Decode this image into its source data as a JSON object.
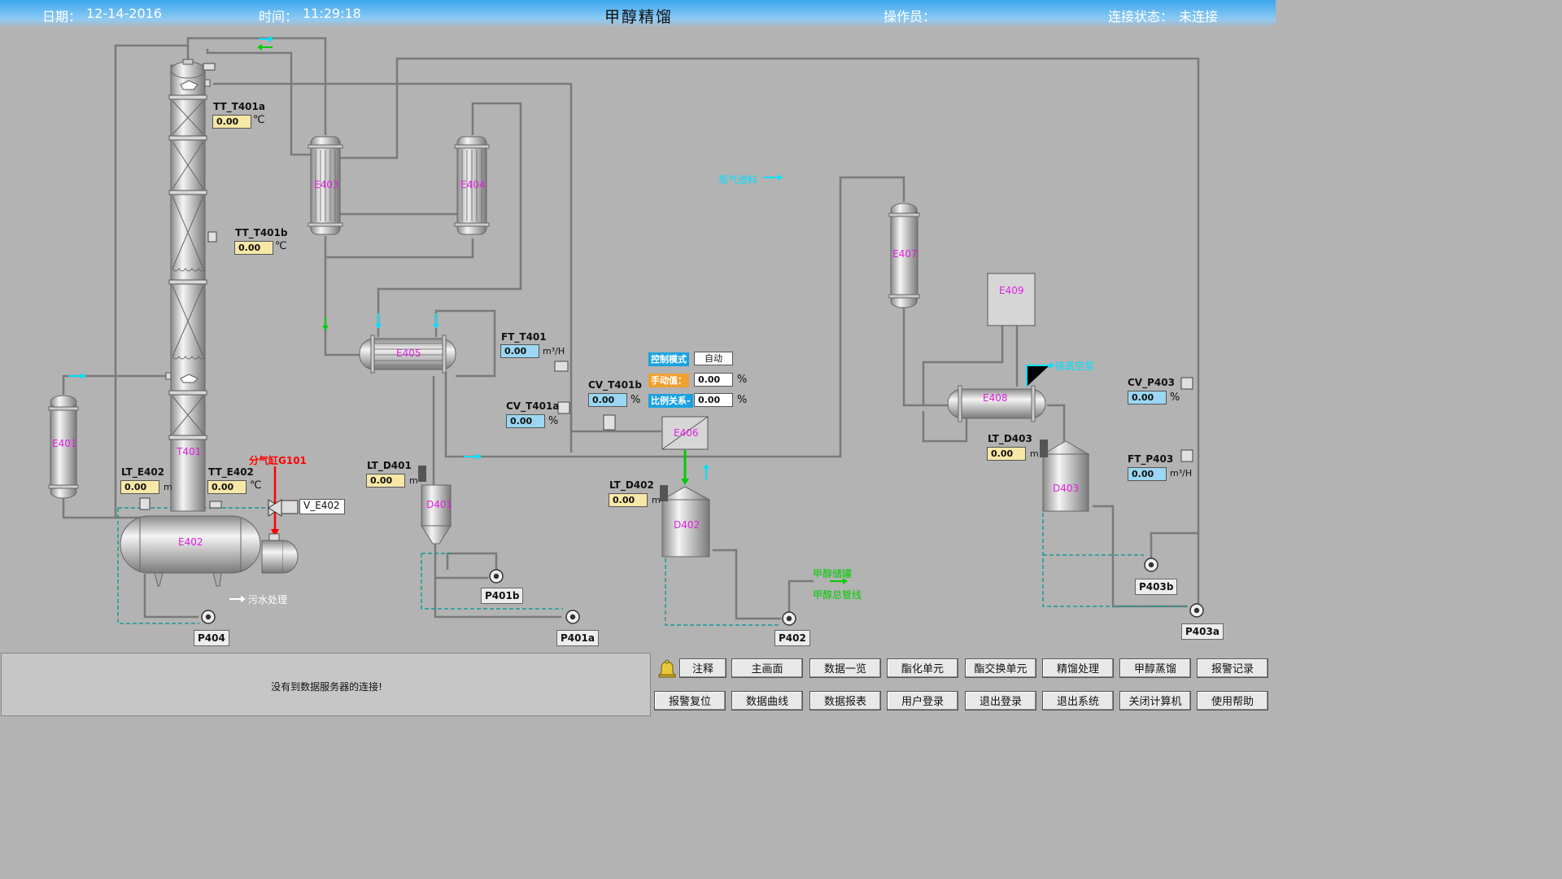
{
  "header": {
    "date_label": "日期：",
    "date": "12-14-2016",
    "time_label": "时间：",
    "time": "11:29:18",
    "title": "甲醇精馏",
    "operator_label": "操作员：",
    "operator": "",
    "connection_label": "连接状态：",
    "connection": "未连接"
  },
  "equipment": {
    "t401": "T401",
    "e401": "E401",
    "e402": "E402",
    "e403": "E403",
    "e404": "E404",
    "e405": "E405",
    "e406": "E406",
    "e407": "E407",
    "e408": "E408",
    "e409": "E409",
    "d401": "D401",
    "d402": "D402",
    "d403": "D403"
  },
  "pumps": {
    "p404": "P404",
    "p401b": "P401b",
    "p401a": "P401a",
    "p402": "P402",
    "p403b": "P403b",
    "p403a": "P403a"
  },
  "instruments": {
    "tt_t401a": {
      "label": "TT_T401a",
      "value": "0.00",
      "unit": "℃"
    },
    "tt_t401b": {
      "label": "TT_T401b",
      "value": "0.00",
      "unit": "℃"
    },
    "lt_e402": {
      "label": "LT_E402",
      "value": "0.00",
      "unit": "m"
    },
    "tt_e402": {
      "label": "TT_E402",
      "value": "0.00",
      "unit": "℃"
    },
    "ft_t401": {
      "label": "FT_T401",
      "value": "0.00",
      "unit": "m³/H"
    },
    "cv_t401a": {
      "label": "CV_T401a",
      "value": "0.00",
      "unit": "%"
    },
    "cv_t401b": {
      "label": "CV_T401b",
      "value": "0.00"
    },
    "lt_d401": {
      "label": "LT_D401",
      "value": "0.00",
      "unit": "m"
    },
    "lt_d402": {
      "label": "LT_D402",
      "value": "0.00",
      "unit": "m"
    },
    "lt_d403": {
      "label": "LT_D403",
      "value": "0.00",
      "unit": "m"
    },
    "cv_p403": {
      "label": "CV_P403",
      "value": "0.00",
      "unit": "%"
    },
    "ft_p403": {
      "label": "FT_P403",
      "value": "0.00",
      "unit": "m³/H"
    }
  },
  "control": {
    "mode_label": "控制模式",
    "mode_value": "自动",
    "manual_label": "手动值：",
    "manual_value": "0.00",
    "ratio_label": "比例关系-",
    "ratio_value": "0.00",
    "percent": "%"
  },
  "valve": {
    "v_e402": "V_E402",
    "gas_source": "分气缸G101"
  },
  "flows": {
    "sewage": "污水处理",
    "steam_in": "蒸气进料",
    "vacuum": "接真空泵",
    "storage": "甲醇储罐",
    "main_pipe": "甲醇总管线"
  },
  "message": "没有到数据服务器的连接!",
  "buttons": {
    "row1": [
      "注释",
      "主画面",
      "数据一览",
      "酯化单元",
      "酯交换单元",
      "精馏处理",
      "甲醇蒸馏",
      "报警记录"
    ],
    "row2": [
      "报警复位",
      "数据曲线",
      "数据报表",
      "用户登录",
      "退出登录",
      "退出系统",
      "关闭计算机",
      "使用帮助"
    ]
  },
  "colors": {
    "header": "#3aa7ee",
    "background": "#b3b3b3",
    "equipment_label": "#e020e0",
    "pipe": "#7a7a7a",
    "flow_cyan": "#00e0ff",
    "flow_green": "#00cc00",
    "alarm_red": "#ff0000"
  }
}
